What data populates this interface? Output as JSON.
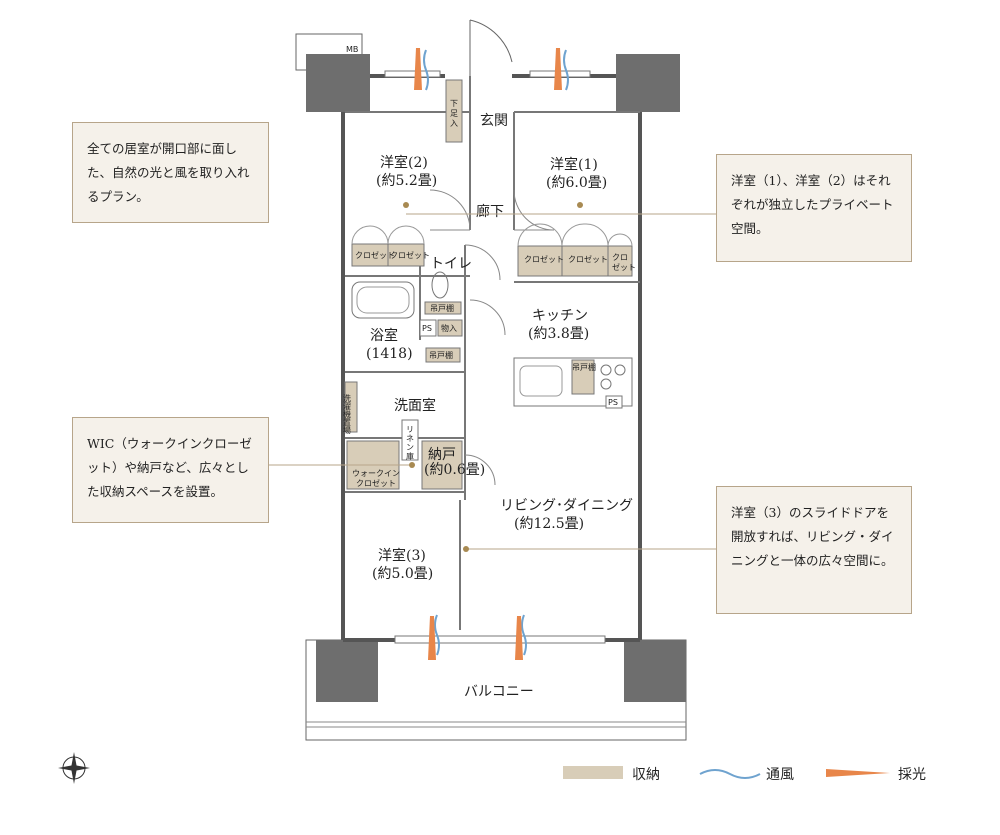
{
  "rooms": {
    "western2_name": "洋室(2)",
    "western2_size": "(約5.2畳)",
    "western1_name": "洋室(1)",
    "western1_size": "(約6.0畳)",
    "western3_name": "洋室(3)",
    "western3_size": "(約5.0畳)",
    "entrance": "玄関",
    "hallway": "廊下",
    "toilet": "トイレ",
    "kitchen_name": "キッチン",
    "kitchen_size": "(約3.8畳)",
    "bath_name": "浴室",
    "bath_size": "(1418)",
    "washroom": "洗面室",
    "storage_name": "納戸",
    "storage_size": "(約0.6畳)",
    "living_name": "リビング･ダイニング",
    "living_size": "(約12.5畳)",
    "balcony": "バルコニー",
    "mb": "MB"
  },
  "labels": {
    "closet": "クロゼット",
    "closet_short_1": "クロ",
    "closet_short_2": "ゼット",
    "shoe_1": "下",
    "shoe_2": "足",
    "shoe_3": "入",
    "hanging_shelf": "吊戸棚",
    "ps": "PS",
    "monoire": "物入",
    "linen_1": "リ",
    "linen_2": "ネ",
    "linen_3": "ン",
    "linen_4": "庫",
    "washer": "洗濯機置場",
    "wic_1": "ウォークイン",
    "wic_2": "クロゼット"
  },
  "callouts": {
    "c1": "全ての居室が開口部に面した、自然の光と風を取り入れるプラン。",
    "c2": "洋室（1）、洋室（2）はそれぞれが独立したプライベート空間。",
    "c3": "WIC（ウォークインクローゼット）や納戸など、広々とした収納スペースを設置。",
    "c4": "洋室（3）のスライドドアを開放すれば、リビング・ダイニングと一体の広々空間に。"
  },
  "legend": {
    "storage": "収納",
    "ventilation": "通風",
    "daylight": "採光"
  },
  "colors": {
    "storage": "#d8cdb8",
    "wall": "#555555",
    "ventilation": "#6fa3cf",
    "daylight": "#e8864a",
    "callout_border": "#b7a58a"
  }
}
